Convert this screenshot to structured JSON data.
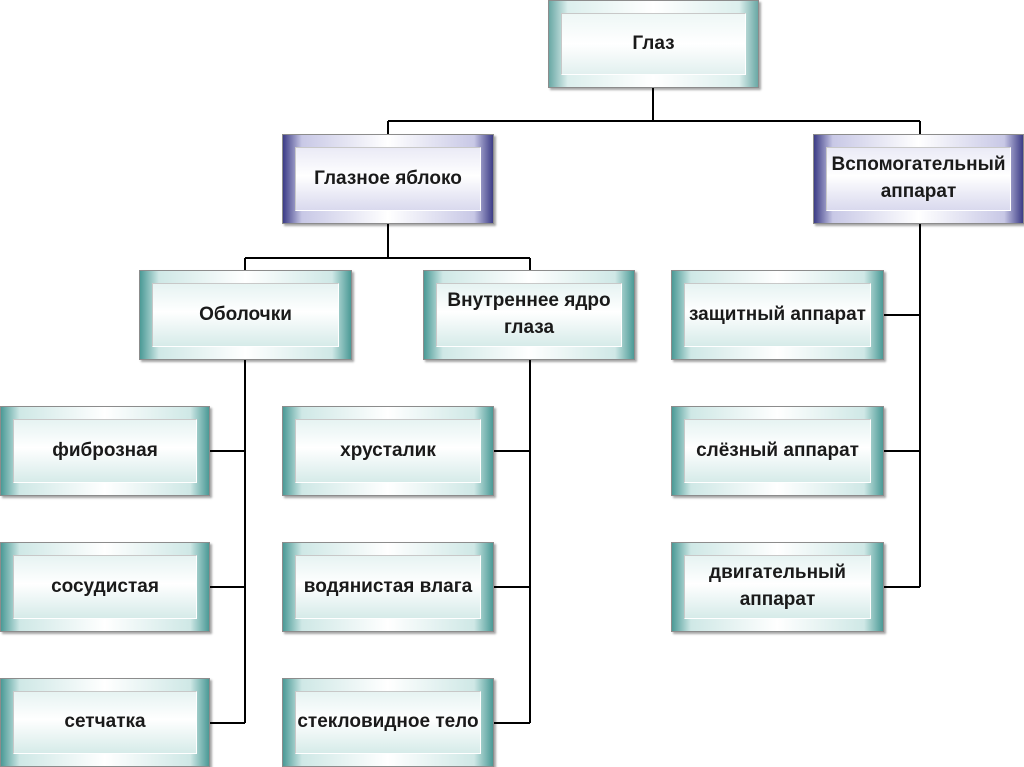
{
  "diagram": {
    "root": "Глаз",
    "eyeball": "Глазное яблоко",
    "auxiliary": "Вспомогательный\nаппарат",
    "membranes": "Оболочки",
    "inner_core": "Внутреннее ядро\nглаза",
    "fibrous": "фиброзная",
    "vascular": "сосудистая",
    "retina": "сетчатка",
    "lens": "хрусталик",
    "aqueous": "водянистая влага",
    "vitreous": "стекловидное тело",
    "protective": "защитный аппарат",
    "lacrimal": "слёзный аппарат",
    "motor": "двигательный\nаппарат"
  }
}
